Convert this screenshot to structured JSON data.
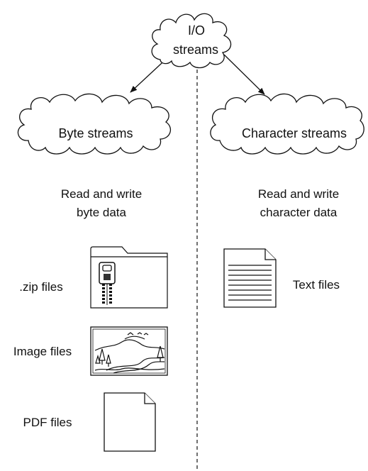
{
  "root": {
    "line1": "I/O",
    "line2": "streams"
  },
  "left": {
    "title": "Byte streams",
    "desc_line1": "Read and write",
    "desc_line2": "byte data",
    "files": [
      {
        "label": ".zip files",
        "icon": "zip-folder-icon"
      },
      {
        "label": "Image files",
        "icon": "image-file-icon"
      },
      {
        "label": "PDF files",
        "icon": "pdf-file-icon"
      }
    ]
  },
  "right": {
    "title": "Character streams",
    "desc_line1": "Read and write",
    "desc_line2": "character data",
    "files": [
      {
        "label": "Text files",
        "icon": "text-file-icon"
      }
    ]
  },
  "colors": {
    "stroke": "#111111",
    "background": "#ffffff"
  }
}
